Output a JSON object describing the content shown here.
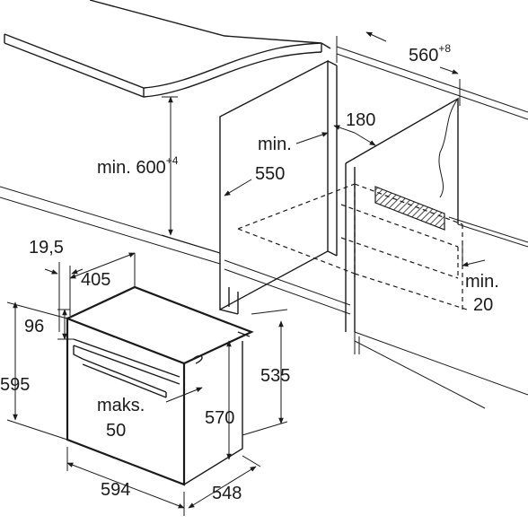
{
  "labels": {
    "niche_width": {
      "value": "560",
      "sup": "+8"
    },
    "niche_height": {
      "prefix": "min. ",
      "value": "600",
      "sup": "+4"
    },
    "min_550": {
      "line1": "min.",
      "line2": "550"
    },
    "vent_180": "180",
    "min_20": {
      "line1": "min.",
      "line2": "20"
    },
    "d_19_5": "19,5",
    "d_405": "405",
    "d_96": "96",
    "d_595": "595",
    "d_535": "535",
    "d_570": "570",
    "maks_50": {
      "line1": "maks.",
      "line2": "50"
    },
    "d_594": "594",
    "d_548": "548"
  },
  "colors": {
    "line": "#1a1a1a",
    "background": "#ffffff",
    "hatch": "#1a1a1a"
  }
}
